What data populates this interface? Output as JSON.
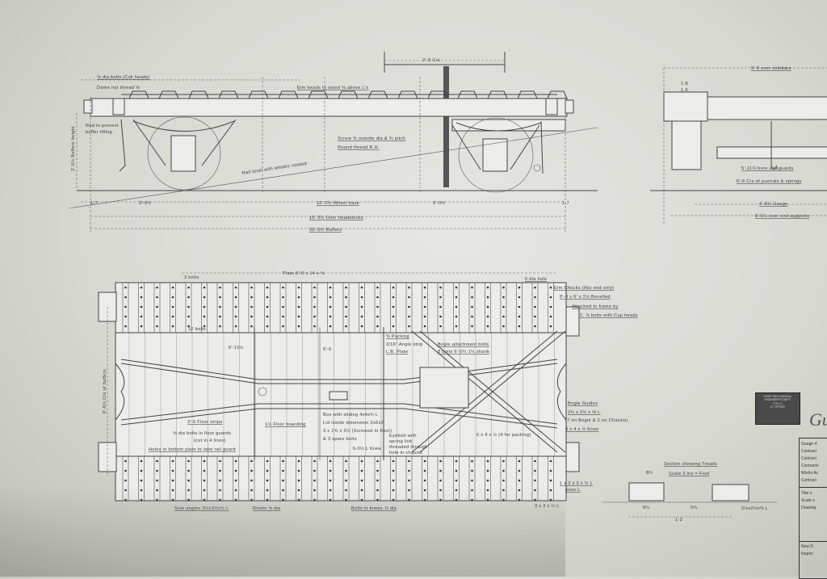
{
  "side_view": {
    "crs_top": "2'-0 Crs",
    "bolts_note": "⅝ dia bolts (Csk heads)",
    "dome_note": "Dome nut thread ⅝",
    "elm_heads": "Elm heads to stand ⅝ above L's",
    "rod_note_1": "Rod to prevent",
    "rod_note_2": "buffer lifting",
    "buffer_height": "3'-5½ Buffers height",
    "screw_1": "Screw ⅝ outside dia & ⅝ pitch",
    "screw_2": "Round thread R.H.",
    "rail_note": "Rail level with wheels rotated",
    "dim_end_left": "1-7",
    "dim_left": "3'-0½",
    "wheel_base": "10'-0½ Wheel base",
    "dim_right": "3'-0½",
    "dim_end_right": "1-7",
    "over_headstocks": "16'-3½ Over headstocks",
    "buffers": "20'-0½ Buffers"
  },
  "end_view": {
    "over_solebars": "9'-0 over solebars",
    "axleguards": "5'-11½ bore axleguards",
    "journals": "6'-6 Crs of journals & springs",
    "gauge": "4'-8½ Gauge",
    "end_supports": "8'-6½ over end supports",
    "dim_a": "1-8",
    "dim_b": "1-6"
  },
  "plan_view": {
    "plate": "Plate 8'-6 x 14 x ⅜",
    "hole": "6 dia hole",
    "elm_1": "Elm Chocks (this end only)",
    "elm_2": "8'-0 x 6' x 2½ Bevelled",
    "elm_3": "Attached to frame by",
    "elm_4": "2. ⅞ bolts with Cup heads",
    "bolts_12": "12 bolts",
    "bolts_3": "3 bolts",
    "dim_6_10": "6'-10½",
    "dim_5_0": "5'-0",
    "packing_1": "⅜ Packing",
    "packing_2": "3/16\" Angle strip",
    "packing_3": "L.B. Plate",
    "bogie_bolts_1": "Bogie attachment bolts",
    "bogie_bolts_2": "8 bolts 6'-0¼ 1¼ shank",
    "bogie_guides_1": "Bogie Guides",
    "bogie_guides_2": "2¾ x 2½ x ⅜ L",
    "bogie_guides_3": "(7 on Bogie & 2 on Chassis)",
    "knee": "4 x 4 x ½ Knee",
    "floor_strips": "3'-6 Floor strips",
    "floor_bolts_1": "⅝ dia bolts in floor guards",
    "floor_bolts_2": "(cut in 4 lines)",
    "holes_note": "Holes in bottom plate to take rail guard",
    "floor_boarding": "1½ Floor boarding",
    "box_1": "Box with sliding 4x4x¾ L",
    "box_2": "Lid inside dimension 2x6x2",
    "box_3": "3 x 1¾ x 3½ (Screwed to floor)",
    "box_4": "& 3 spare bolts",
    "eyebolt_1": "Eyebolt with",
    "eyebolt_2": "spring link",
    "eyebolt_3": "threaded through",
    "eyebolt_4": "hole in chassis",
    "packing_note": "6 x 4 x ½ (4 for packing)",
    "knee_2": "6-0½ L Knee",
    "sole_angles": "Sole angles 3½x3½x½ L",
    "rivets": "Rivets ⅝ dia",
    "bolts_knees": "Bolts in knees ⅞ dia",
    "angle_br": "3 x 3 x ½ L",
    "crs_buffers": "6'-6½ Crs of buffers",
    "angle_r": "1 x 3 x 3 x ½ L",
    "angle_r2": "knee L"
  },
  "section": {
    "title": "Section showing Treads",
    "scale": "Scale 3 ins = Foot",
    "dim_top": "8¾",
    "dim_bl": "8¾",
    "dim_b2": "5¾",
    "dim_total": "1-2",
    "angle": "2½x2½x⅜ L"
  },
  "stamp": {
    "line1": "CHIEF MECHANICAL",
    "line2": "ENGINEER'S DEPT.",
    "line3": "(T.E.C.)",
    "line4": "D. OFFICE"
  },
  "signature": "Gu",
  "title_block": {
    "gauge": "Gauge 4'",
    "contract_1": "Contract",
    "contract_2": "Contract",
    "contractor": "Contracto",
    "works": "Works Ac",
    "contract_3": "Contract",
    "title": "Title n",
    "scale": "Scale o",
    "drawing": "Drawing",
    "new": "New D",
    "inspect": "Inspec"
  }
}
